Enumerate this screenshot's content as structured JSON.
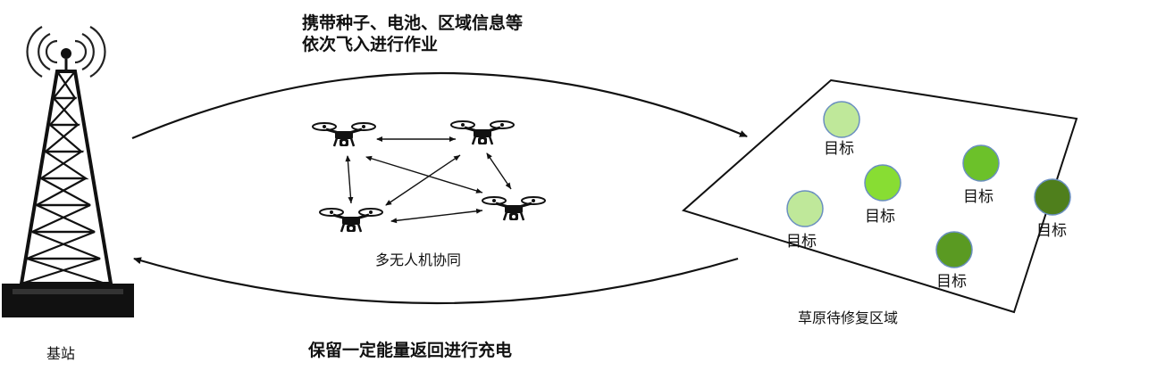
{
  "captions": {
    "top_line1": "携带种子、电池、区域信息等",
    "top_line2": "依次飞入进行作业",
    "bottom": "保留一定能量返回进行充电"
  },
  "labels": {
    "base_station": "基站",
    "swarm": "多无人机协同",
    "area": "草原待修复区域"
  },
  "targets": [
    {
      "label": "目标",
      "color": "#bfe89a"
    },
    {
      "label": "目标",
      "color": "#88dd33"
    },
    {
      "label": "目标",
      "color": "#6cc12a"
    },
    {
      "label": "目标",
      "color": "#4f7f1c"
    },
    {
      "label": "目标",
      "color": "#bfe89a"
    },
    {
      "label": "目标",
      "color": "#5a9a22"
    }
  ],
  "icons": {
    "tower": "cell-tower-icon",
    "drone": "quadcopter-drone-icon"
  }
}
